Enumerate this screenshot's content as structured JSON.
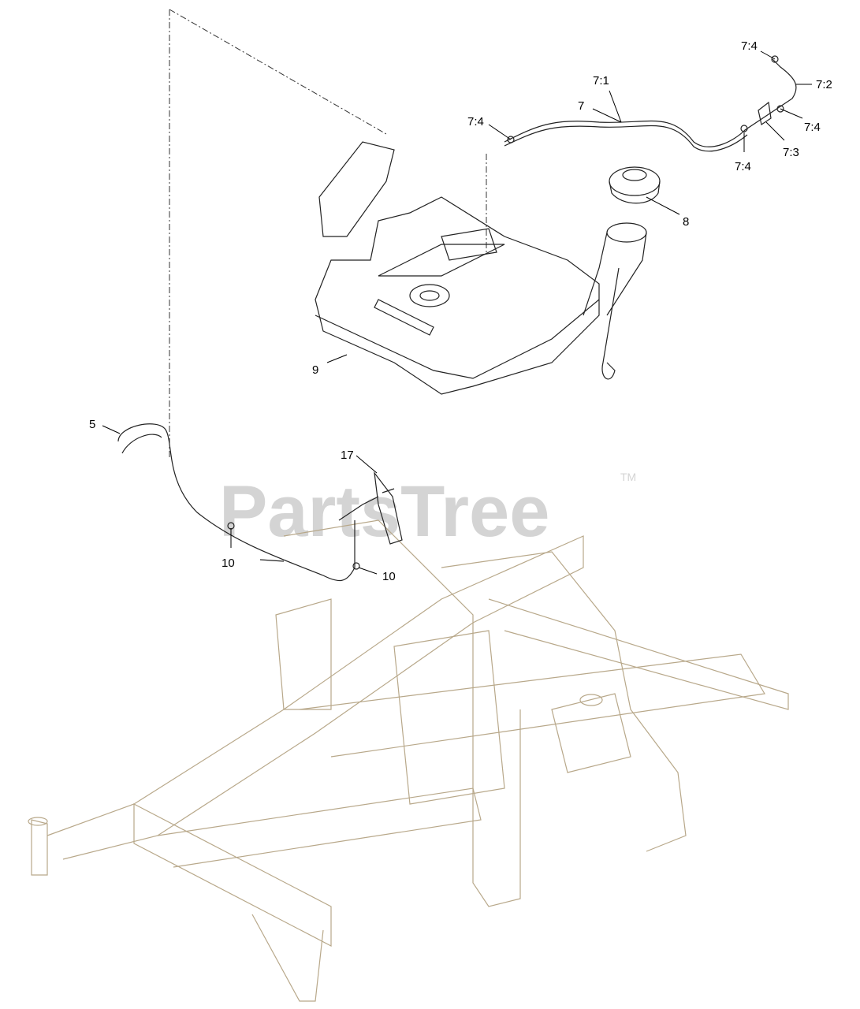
{
  "watermark": {
    "text": "PartsTree",
    "trademark": "TM"
  },
  "callouts": [
    "7:4",
    "7:2",
    "7:1",
    "7",
    "7:4",
    "7:4",
    "7:3",
    "7:4",
    "8",
    "9",
    "5",
    "17",
    "10",
    "10"
  ]
}
